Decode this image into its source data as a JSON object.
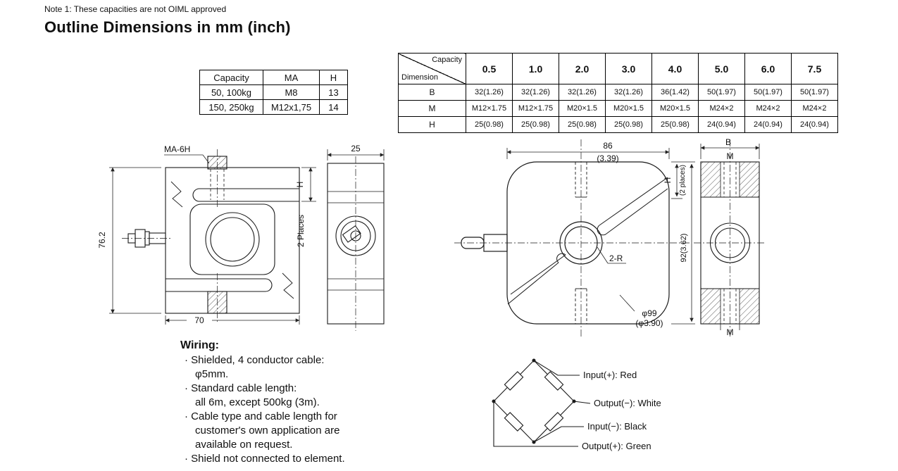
{
  "note": "Note 1: These capacities are not OIML approved",
  "title": "Outline Dimensions in mm (inch)",
  "small_table": {
    "headers": [
      "Capacity",
      "MA",
      "H"
    ],
    "rows": [
      [
        "50, 100kg",
        "M8",
        "13"
      ],
      [
        "150, 250kg",
        "M12x1,75",
        "14"
      ]
    ]
  },
  "large_table": {
    "corner_top": "Capacity",
    "corner_bottom": "Dimension",
    "columns": [
      "0.5",
      "1.0",
      "2.0",
      "3.0",
      "4.0",
      "5.0",
      "6.0",
      "7.5"
    ],
    "rows": [
      {
        "label": "B",
        "values": [
          "32(1.26)",
          "32(1.26)",
          "32(1.26)",
          "32(1.26)",
          "36(1.42)",
          "50(1.97)",
          "50(1.97)",
          "50(1.97)"
        ]
      },
      {
        "label": "M",
        "values": [
          "M12×1.75",
          "M12×1.75",
          "M20×1.5",
          "M20×1.5",
          "M20×1.5",
          "M24×2",
          "M24×2",
          "M24×2"
        ]
      },
      {
        "label": "H",
        "values": [
          "25(0.98)",
          "25(0.98)",
          "25(0.98)",
          "25(0.98)",
          "25(0.98)",
          "24(0.94)",
          "24(0.94)",
          "24(0.94)"
        ]
      }
    ]
  },
  "drawings": {
    "front_view": {
      "thread_callout": "MA-6H",
      "height_dim": "76.2",
      "width_dim": "70",
      "depth_dim_label": "H",
      "places_note": "2 Places"
    },
    "side_view": {
      "width_dim": "25"
    },
    "s_view": {
      "top_dim_mm": "86",
      "top_dim_inch": "(3.39)",
      "thread_depth_label": "H",
      "thread_places": "(2 places)",
      "height_dim": "92(3.62)",
      "radius_callout": "2-R",
      "body_dia_mm": "φ99",
      "body_dia_inch": "(φ3.90)"
    },
    "section_view": {
      "width_dim": "B",
      "thread_top": "M",
      "thread_bottom": "M"
    }
  },
  "wiring": {
    "title": "Wiring:",
    "lines": [
      "· Shielded, 4 conductor cable:",
      "φ5mm.",
      "· Standard cable length:",
      "all 6m, except 500kg (3m).",
      "· Cable type and cable length for",
      "customer's own application are",
      "available on request.",
      "· Shield not connected to element."
    ]
  },
  "bridge": {
    "labels": [
      "Input(+): Red",
      "Output(−): White",
      "Input(−): Black",
      "Output(+): Green"
    ]
  }
}
